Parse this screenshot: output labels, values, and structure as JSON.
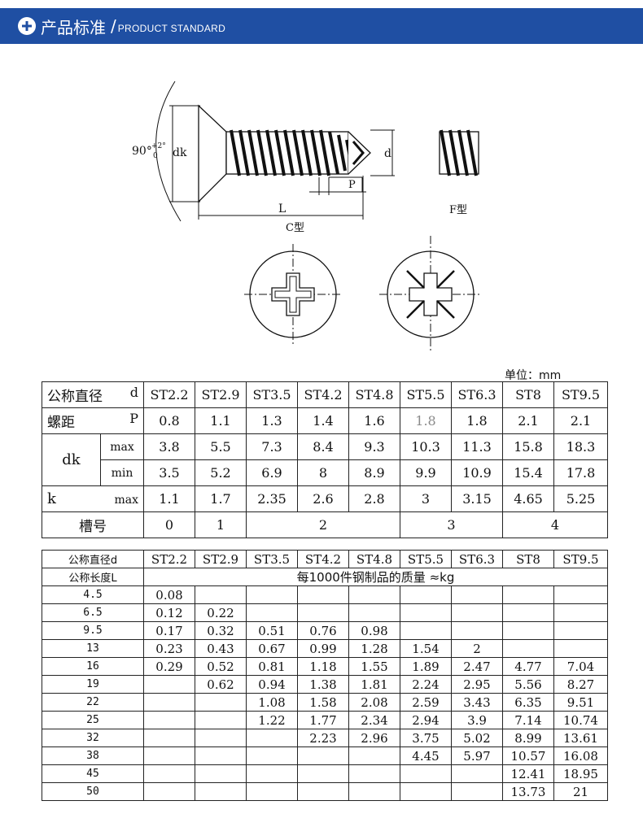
{
  "header": {
    "title_cn": "产品标准",
    "separator": "/",
    "title_en": "PRODUCT STANDARD"
  },
  "drawing": {
    "angle_label": "90°",
    "angle_tol_plus": "+2°",
    "angle_tol_minus": "0",
    "dk_label": "dk",
    "d_label": "d",
    "p_label": "P",
    "l_label": "L",
    "c_label": "C型",
    "f_label": "F型"
  },
  "unit": "单位：mm",
  "spec_table": {
    "diameter_label": "公称直径",
    "diameter_symbol": "d",
    "sizes": [
      "ST2.2",
      "ST2.9",
      "ST3.5",
      "ST4.2",
      "ST4.8",
      "ST5.5",
      "ST6.3",
      "ST8",
      "ST9.5"
    ],
    "pitch_label": "螺距",
    "pitch_symbol": "P",
    "pitch": [
      "0.8",
      "1.1",
      "1.3",
      "1.4",
      "1.6",
      "1.8",
      "1.8",
      "2.1",
      "2.1"
    ],
    "dk_label": "dk",
    "max_label": "max",
    "min_label": "min",
    "dk_max": [
      "3.8",
      "5.5",
      "7.3",
      "8.4",
      "9.3",
      "10.3",
      "11.3",
      "15.8",
      "18.3"
    ],
    "dk_min": [
      "3.5",
      "5.2",
      "6.9",
      "8",
      "8.9",
      "9.9",
      "10.9",
      "15.4",
      "17.8"
    ],
    "k_label": "k",
    "k_max_label": "max",
    "k_max": [
      "1.1",
      "1.7",
      "2.35",
      "2.6",
      "2.8",
      "3",
      "3.15",
      "4.65",
      "5.25"
    ],
    "slot_label": "槽号",
    "slot": [
      "0",
      "1",
      "2",
      "3",
      "4"
    ]
  },
  "weight_table": {
    "diameter_label": "公称直径d",
    "length_label": "公称长度L",
    "weight_caption": "每1000件钢制品的质量 ≈kg",
    "rows": [
      {
        "length": "4.5",
        "values": [
          "0.08",
          "",
          "",
          "",
          "",
          "",
          "",
          "",
          ""
        ]
      },
      {
        "length": "6.5",
        "values": [
          "0.12",
          "0.22",
          "",
          "",
          "",
          "",
          "",
          "",
          ""
        ]
      },
      {
        "length": "9.5",
        "values": [
          "0.17",
          "0.32",
          "0.51",
          "0.76",
          "0.98",
          "",
          "",
          "",
          ""
        ]
      },
      {
        "length": "13",
        "values": [
          "0.23",
          "0.43",
          "0.67",
          "0.99",
          "1.28",
          "1.54",
          "2",
          "",
          ""
        ]
      },
      {
        "length": "16",
        "values": [
          "0.29",
          "0.52",
          "0.81",
          "1.18",
          "1.55",
          "1.89",
          "2.47",
          "4.77",
          "7.04"
        ]
      },
      {
        "length": "19",
        "values": [
          "",
          "0.62",
          "0.94",
          "1.38",
          "1.81",
          "2.24",
          "2.95",
          "5.56",
          "8.27"
        ]
      },
      {
        "length": "22",
        "values": [
          "",
          "",
          "1.08",
          "1.58",
          "2.08",
          "2.59",
          "3.43",
          "6.35",
          "9.51"
        ]
      },
      {
        "length": "25",
        "values": [
          "",
          "",
          "1.22",
          "1.77",
          "2.34",
          "2.94",
          "3.9",
          "7.14",
          "10.74"
        ]
      },
      {
        "length": "32",
        "values": [
          "",
          "",
          "",
          "2.23",
          "2.96",
          "3.75",
          "5.02",
          "8.99",
          "13.61"
        ]
      },
      {
        "length": "38",
        "values": [
          "",
          "",
          "",
          "",
          "",
          "4.45",
          "5.97",
          "10.57",
          "16.08"
        ]
      },
      {
        "length": "45",
        "values": [
          "",
          "",
          "",
          "",
          "",
          "",
          "",
          "12.41",
          "18.95"
        ]
      },
      {
        "length": "50",
        "values": [
          "",
          "",
          "",
          "",
          "",
          "",
          "",
          "13.73",
          "21"
        ]
      }
    ]
  }
}
